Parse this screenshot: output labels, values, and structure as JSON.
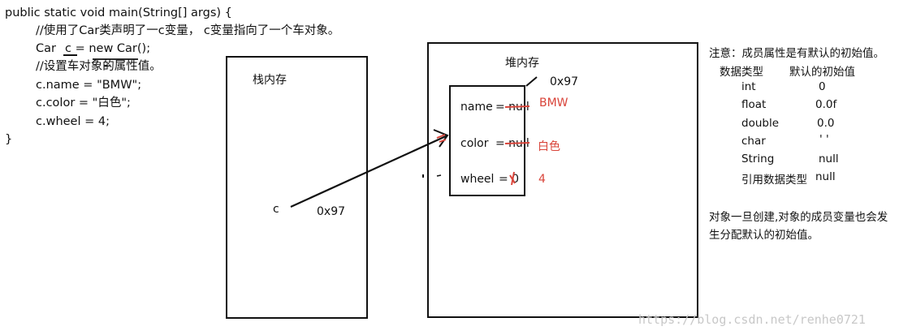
{
  "code": {
    "lines": [
      "public static void main(String[] args) {",
      "//使用了Car类声明了一c变量，  c变量指向了一个车对象。",
      "Car",
      "c = new Car();",
      "//设置车对象的属性值。",
      "c.name = \"BMW\";",
      "c.color = \"白色\";",
      "c.wheel = 4;",
      "}"
    ]
  },
  "stack": {
    "title": "栈内存",
    "var_name": "c",
    "var_value": "0x97"
  },
  "heap": {
    "title": "堆内存",
    "address": "0x97",
    "fields": [
      {
        "name": "name",
        "default": "= null",
        "value": "BMW"
      },
      {
        "name": "color",
        "default": "= null",
        "value": "白色"
      },
      {
        "name": "wheel",
        "default": "= 0",
        "value": "4"
      }
    ]
  },
  "notes": {
    "title": "注意：成员属性是有默认的初始值。",
    "col_type": "数据类型",
    "col_default": "默认的初始值",
    "rows": [
      {
        "type": "int",
        "value": "0"
      },
      {
        "type": "float",
        "value": "0.0f"
      },
      {
        "type": "double",
        "value": "0.0"
      },
      {
        "type": "char",
        "value": "' '"
      },
      {
        "type": "String",
        "value": "null"
      },
      {
        "type": "引用数据类型",
        "value": "null"
      }
    ],
    "summary_line1": "对象一旦创建,对象的成员变量也会发",
    "summary_line2": "生分配默认的初始值。"
  },
  "watermark": "https://blog.csdn.net/renhe0721",
  "colors": {
    "annotation_red": "#d9443a",
    "line": "#111111"
  }
}
